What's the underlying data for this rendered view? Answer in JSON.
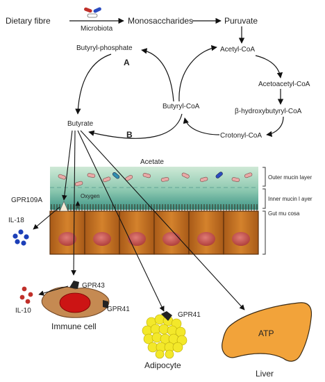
{
  "pathway": {
    "dietary_fibre": "Dietary fibre",
    "microbiota": "Microbiota",
    "monosaccharides": "Monosaccharides",
    "puruvate": "Puruvate",
    "acetyl_coa": "Acetyl-CoA",
    "acetoacetyl_coa": "Acetoacetyl-CoA",
    "hydroxybutyryl_coa": "β-hydroxybutyryl-CoA",
    "crotonyl_coa": "Crotonyl-CoA",
    "butyryl_coa": "Butyryl-CoA",
    "butyryl_phosphate": "Butyryl-phosphate",
    "butyrate": "Butyrate",
    "acetate": "Acetate",
    "route_a": "A",
    "route_b": "B"
  },
  "gut": {
    "outer_mucin": "Outer mucin layer",
    "inner_mucin": "Inner mucin l ayer",
    "mucosa": "Gut mu cosa",
    "oxygen": "Oxygen",
    "gpr109a": "GPR109A",
    "il18": "IL-18"
  },
  "targets": {
    "gpr43": "GPR43",
    "gpr41_immune": "GPR41",
    "il10": "IL-10",
    "immune_cell": "Immune cell",
    "gpr41_adipocyte": "GPR41",
    "adipocyte": "Adipocyte",
    "atp": "ATP",
    "liver": "Liver"
  },
  "colors": {
    "mucus_top": "#c9e6d3",
    "mucus_bottom": "#3f9a8d",
    "cell": "#c9701a",
    "nucleus": "#c0504d",
    "il_dots": "#1c3fb8",
    "il10_dots": "#c0302a",
    "adipocyte": "#f3e82a",
    "liver": "#f2a33a",
    "immune_body": "#c58a52",
    "immune_nucleus": "#cc1414"
  }
}
